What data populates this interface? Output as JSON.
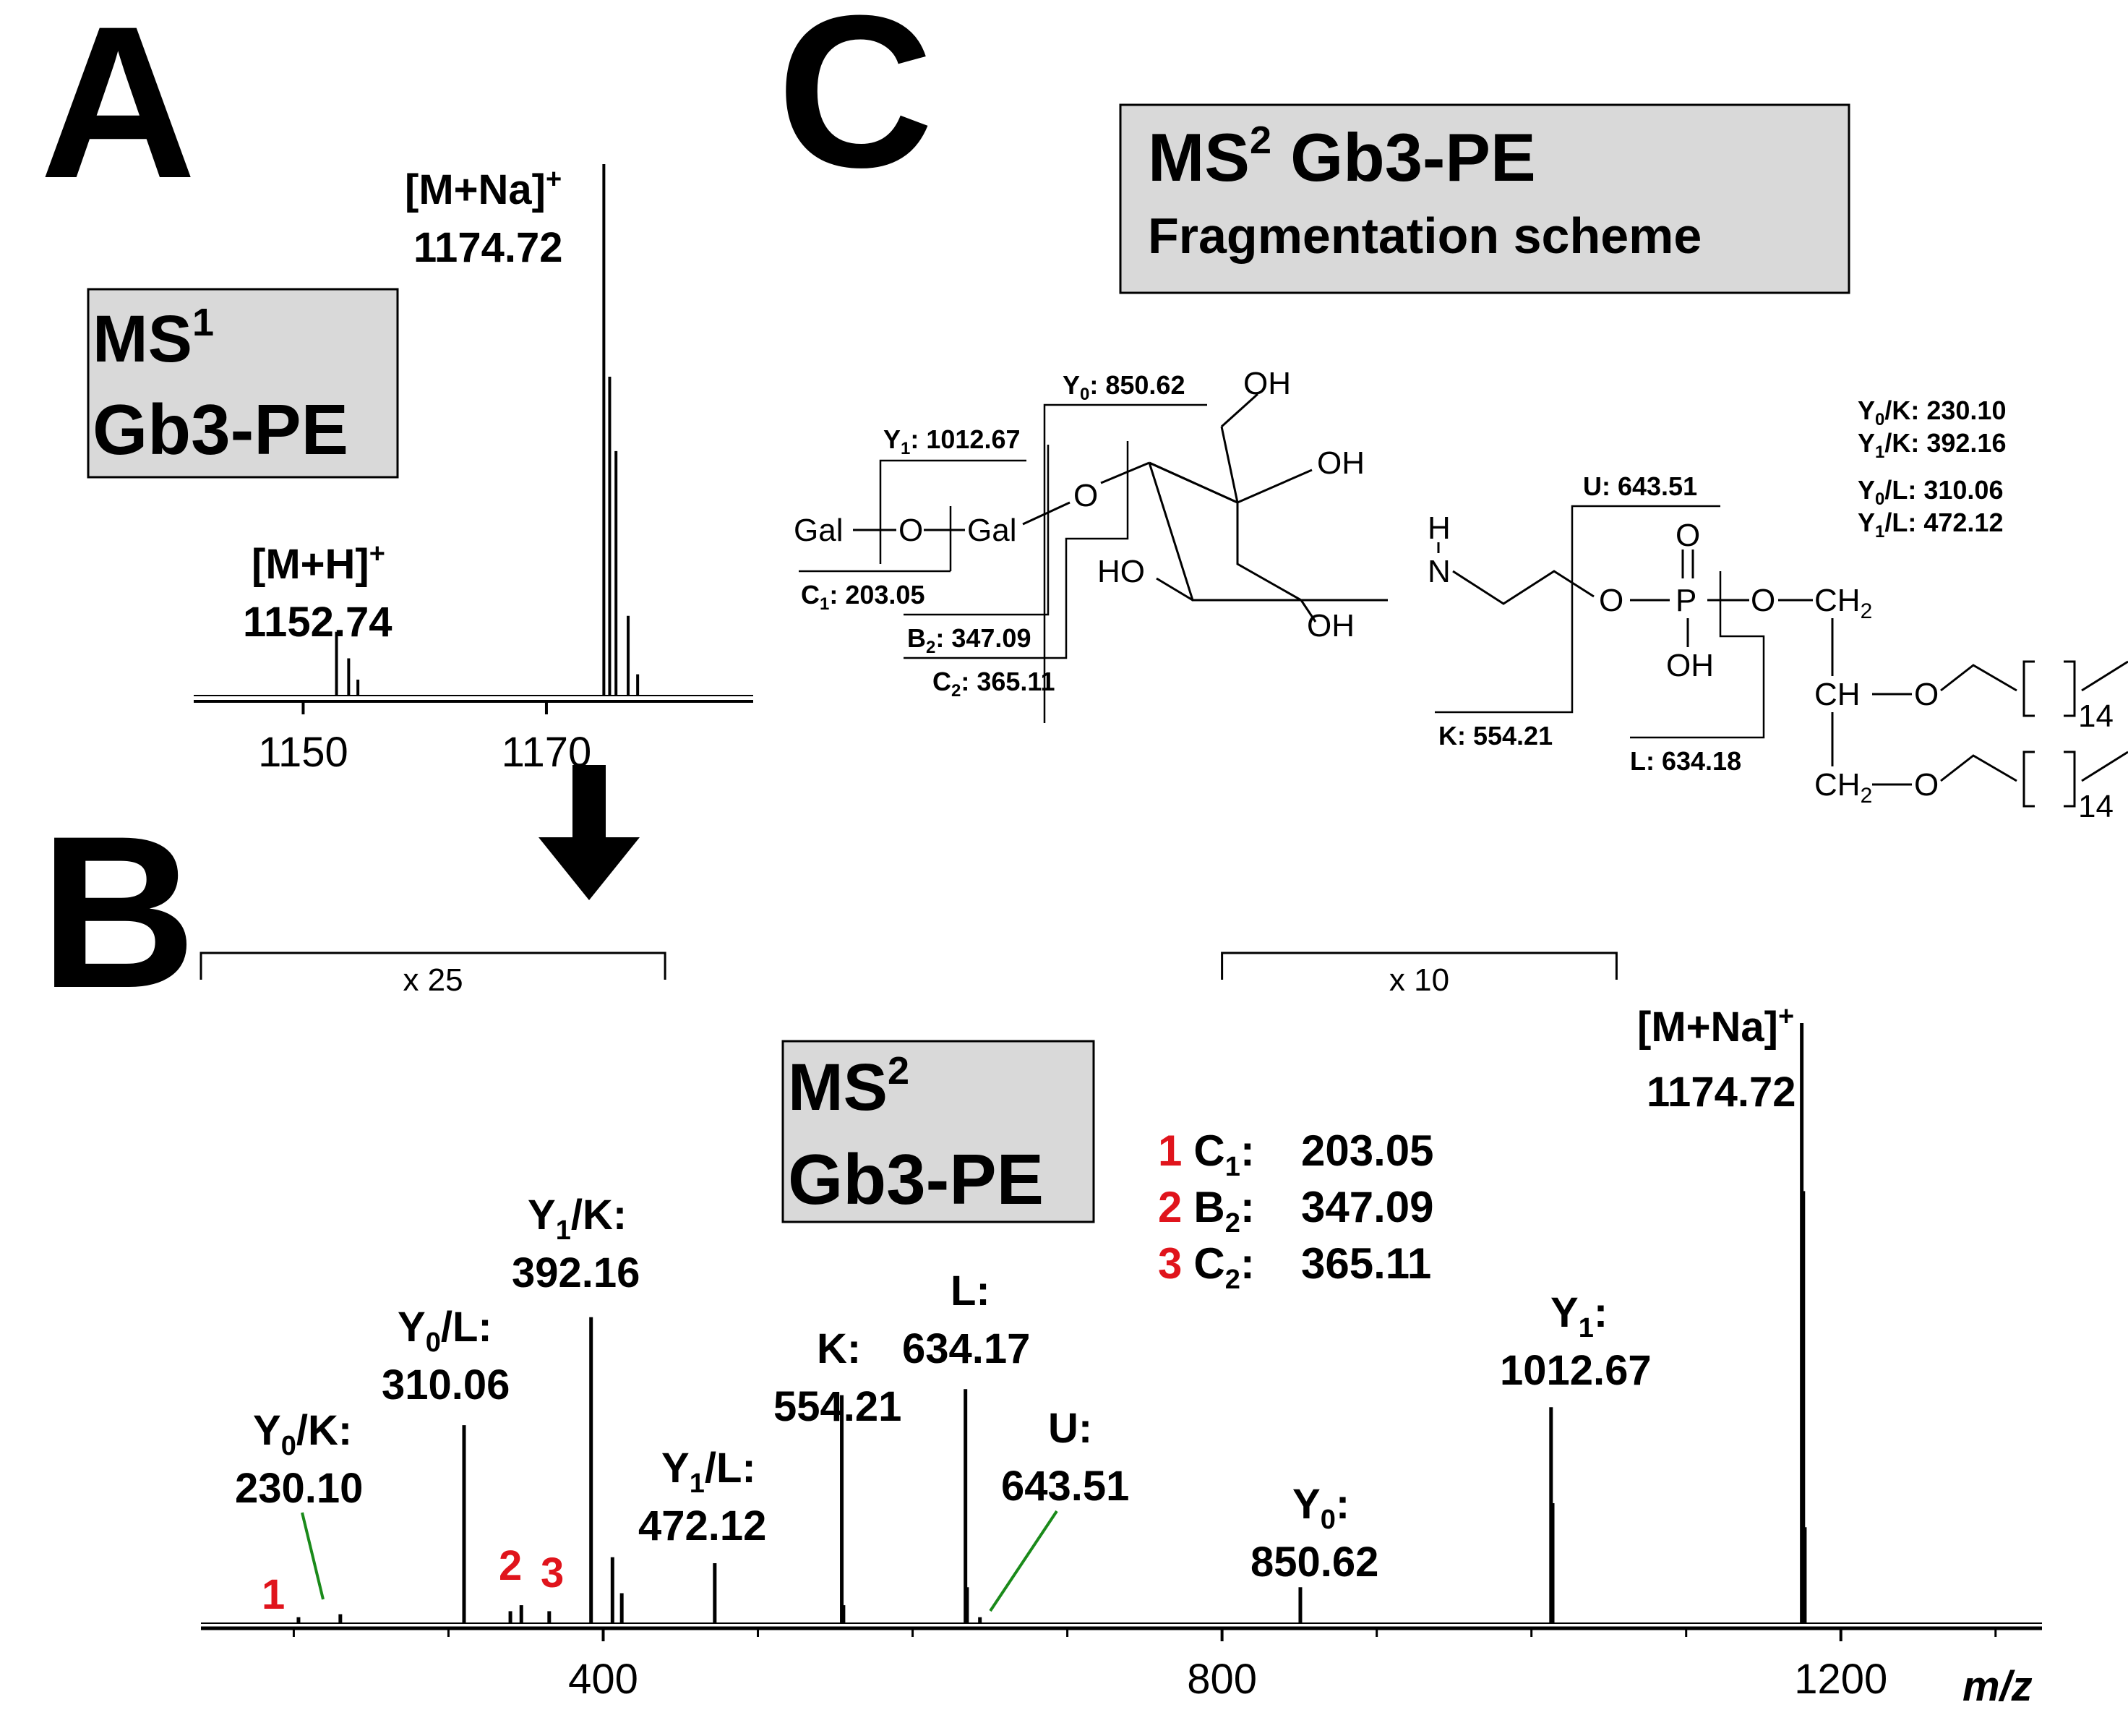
{
  "panels": {
    "a": {
      "letter": "A"
    },
    "b": {
      "letter": "B"
    },
    "c": {
      "letter": "C"
    }
  },
  "boxes": {
    "ms1": {
      "line1": "MS",
      "sup1": "1",
      "line2": "Gb3-PE"
    },
    "ms2": {
      "line1": "MS",
      "sup1": "2",
      "line2": "Gb3-PE"
    },
    "scheme": {
      "line1": "MS",
      "sup1": "2",
      "line1_rest": " Gb3-PE",
      "line2": "Fragmentation scheme"
    }
  },
  "colors": {
    "red_label": "#e0141c",
    "green_leader": "#1a8a1a",
    "box_fill": "#d9d9d9"
  },
  "icons": {
    "transition_arrow": "down-arrow-icon"
  },
  "chart_data": [
    {
      "type": "line",
      "panel": "A",
      "xlabel": "",
      "ylabel": "",
      "xlim": [
        1141,
        1187
      ],
      "xticks": [
        1150,
        1170
      ],
      "peaks": [
        {
          "mz": 1152.74,
          "rel": 0.12
        },
        {
          "mz": 1153.74,
          "rel": 0.07
        },
        {
          "mz": 1154.5,
          "rel": 0.03
        },
        {
          "mz": 1174.72,
          "rel": 1.0
        },
        {
          "mz": 1175.2,
          "rel": 0.6
        },
        {
          "mz": 1175.72,
          "rel": 0.46
        },
        {
          "mz": 1176.72,
          "rel": 0.15
        },
        {
          "mz": 1177.5,
          "rel": 0.04
        }
      ],
      "labels": {
        "mnh_ion": "[M+H]",
        "mnh_charge": "+",
        "mnh_mz": "1152.74",
        "mna_ion": "[M+Na]",
        "mna_charge": "+",
        "mna_mz": "1174.72"
      }
    },
    {
      "type": "line",
      "panel": "B",
      "xlabel": "m/z",
      "ylabel": "",
      "xlim": [
        140,
        1330
      ],
      "xticks": [
        400,
        800,
        1200
      ],
      "zoom_regions": [
        {
          "from": 140,
          "to": 440,
          "factor": "x 25"
        },
        {
          "from": 800,
          "to": 1055,
          "factor": "x 10"
        }
      ],
      "peaks": [
        {
          "mz": 203.05,
          "rel": 0.01
        },
        {
          "mz": 230.1,
          "rel": 0.015
        },
        {
          "mz": 310.06,
          "rel": 0.33
        },
        {
          "mz": 340,
          "rel": 0.02
        },
        {
          "mz": 347.09,
          "rel": 0.03
        },
        {
          "mz": 365.11,
          "rel": 0.02
        },
        {
          "mz": 392.16,
          "rel": 0.51
        },
        {
          "mz": 406,
          "rel": 0.11
        },
        {
          "mz": 412,
          "rel": 0.05
        },
        {
          "mz": 472.12,
          "rel": 0.1
        },
        {
          "mz": 554.21,
          "rel": 0.38
        },
        {
          "mz": 555.3,
          "rel": 0.03
        },
        {
          "mz": 634.17,
          "rel": 0.39
        },
        {
          "mz": 635.2,
          "rel": 0.06
        },
        {
          "mz": 643.51,
          "rel": 0.01
        },
        {
          "mz": 850.62,
          "rel": 0.06
        },
        {
          "mz": 1012.67,
          "rel": 0.36
        },
        {
          "mz": 1013.7,
          "rel": 0.2
        },
        {
          "mz": 1174.72,
          "rel": 1.0
        },
        {
          "mz": 1175.72,
          "rel": 0.72
        },
        {
          "mz": 1176.72,
          "rel": 0.16
        }
      ],
      "annotations": {
        "y0k": {
          "name": "Y",
          "sub": "0",
          "rest": "/K:",
          "mz": "230.10"
        },
        "y0l": {
          "name": "Y",
          "sub": "0",
          "rest": "/L:",
          "mz": "310.06"
        },
        "y1k": {
          "name": "Y",
          "sub": "1",
          "rest": "/K:",
          "mz": "392.16"
        },
        "y1l": {
          "name": "Y",
          "sub": "1",
          "rest": "/L:",
          "mz": "472.12"
        },
        "k": {
          "name": "K:",
          "mz": "554.21"
        },
        "l": {
          "name": "L:",
          "mz": "634.17"
        },
        "u": {
          "name": "U:",
          "mz": "643.51"
        },
        "y0": {
          "name": "Y",
          "sub": "0",
          "rest": ":",
          "mz": "850.62"
        },
        "y1": {
          "name": "Y",
          "sub": "1",
          "rest": ":",
          "mz": "1012.67"
        },
        "mna": {
          "ion": "[M+Na]",
          "charge": "+",
          "mz": "1174.72"
        },
        "n1": "1",
        "n2": "2",
        "n3": "3"
      },
      "legend": [
        {
          "num": "1",
          "name": "C",
          "sub": "1",
          "rest": ":",
          "value": "203.05"
        },
        {
          "num": "2",
          "name": "B",
          "sub": "2",
          "rest": ":",
          "value": "347.09"
        },
        {
          "num": "3",
          "name": "C",
          "sub": "2",
          "rest": ":",
          "value": "365.11"
        }
      ]
    }
  ],
  "structure": {
    "gal": "Gal",
    "o": "O",
    "oh": "OH",
    "ho": "HO",
    "h": "H",
    "n": "N",
    "p": "P",
    "ch2": "CH",
    "ch2_sub": "2",
    "ch": "CH",
    "chain": "14",
    "fragments": {
      "y0": {
        "name": "Y",
        "sub": "0",
        "rest": ": 850.62"
      },
      "y1": {
        "name": "Y",
        "sub": "1",
        "rest": ": 1012.67"
      },
      "c1": {
        "name": "C",
        "sub": "1",
        "rest": ": 203.05"
      },
      "b2": {
        "name": "B",
        "sub": "2",
        "rest": ": 347.09"
      },
      "c2": {
        "name": "C",
        "sub": "2",
        "rest": ": 365.11"
      },
      "u": "U: 643.51",
      "k": "K: 554.21",
      "l": "L: 634.18"
    },
    "side_list": [
      {
        "name": "Y",
        "sub": "0",
        "rest": "/K: 230.10"
      },
      {
        "name": "Y",
        "sub": "1",
        "rest": "/K: 392.16"
      },
      {
        "name": "Y",
        "sub": "0",
        "rest": "/L: 310.06"
      },
      {
        "name": "Y",
        "sub": "1",
        "rest": "/L: 472.12"
      }
    ]
  }
}
